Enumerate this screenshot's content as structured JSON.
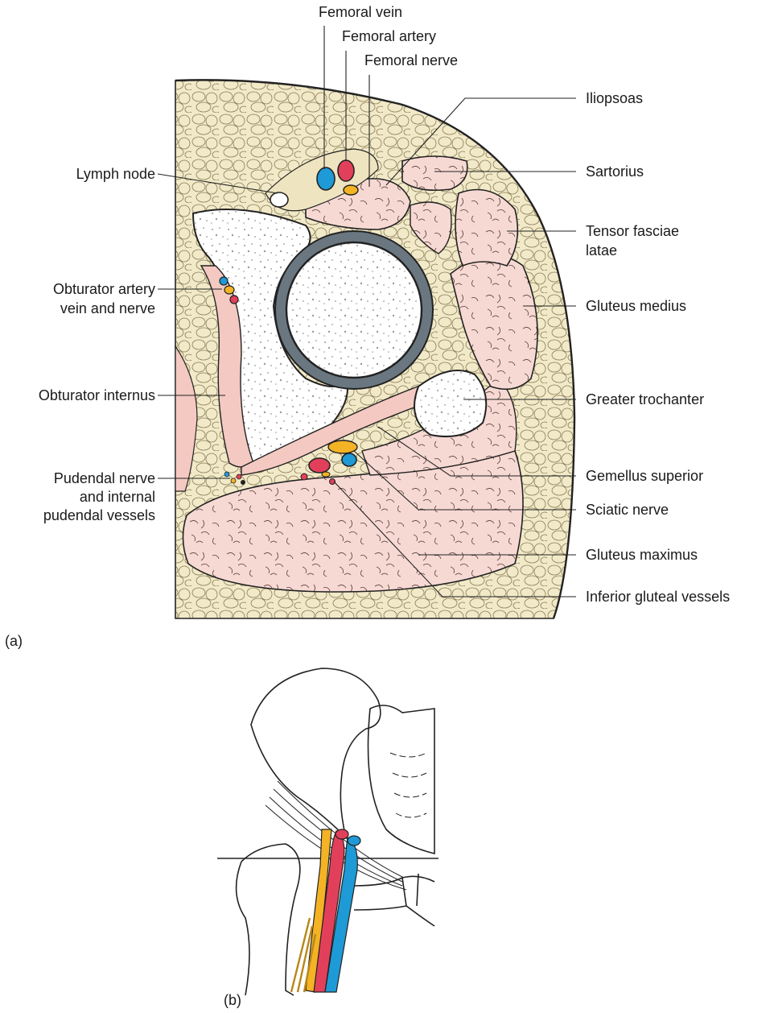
{
  "panel_a_tag": "(a)",
  "panel_b_tag": "(b)",
  "labels_top": [
    "Femoral vein",
    "Femoral artery",
    "Femoral nerve"
  ],
  "labels_left": [
    "Lymph node",
    "Obturator artery",
    "vein and nerve",
    "Obturator internus",
    "Pudendal nerve",
    "and internal",
    "pudendal vessels"
  ],
  "labels_right": [
    "Iliopsoas",
    "Sartorius",
    "Tensor fasciae",
    "latae",
    "Gluteus medius",
    "Greater trochanter",
    "Gemellus superior",
    "Sciatic nerve",
    "Gluteus maximus",
    "Inferior gluteal vessels"
  ],
  "colors": {
    "fat": "#f1e9c8",
    "muscle": "#f7d9d4",
    "bone": "#ffffff",
    "artery": "#e2405a",
    "vein": "#1e9ad6",
    "nerve": "#f4b324",
    "outline": "#222222"
  }
}
